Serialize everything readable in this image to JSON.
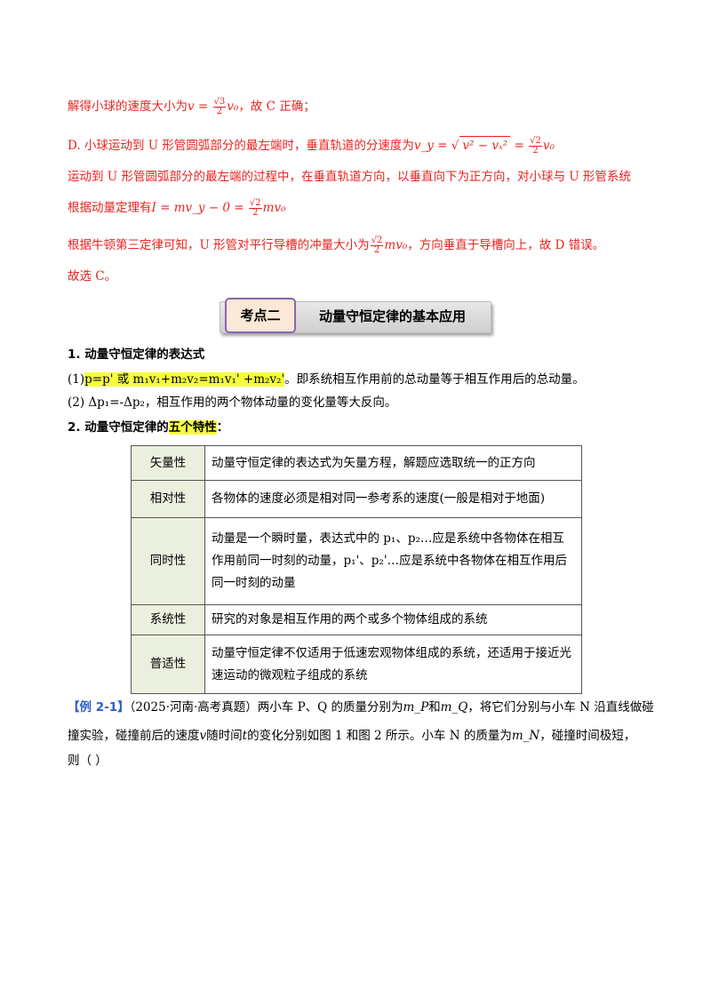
{
  "solution": {
    "line1_text": "解得小球的速度大小为",
    "line1_math": "v = ",
    "line1_frac_num": "√3",
    "line1_frac_den": "2",
    "line1_tail_math": "v₀",
    "line1_end": "，故 C 正确；",
    "line2_text": "D.  小球运动到 U 形管圆弧部分的最左端时，垂直轨道的分速度为",
    "line2_math": "v_y = ",
    "line2_sqrt": "v² − vₓ²",
    "line2_eq": " = ",
    "line2_frac_num": "√2",
    "line2_frac_den": "2",
    "line2_tail_math": "v₀",
    "line3_text": "运动到 U 形管圆弧部分的最左端的过程中，在垂直轨道方向，以垂直向下为正方向，对小球与 U 形管系统",
    "line4_text": "根据动量定理有",
    "line4_math": "I = mv_y − 0 = ",
    "line4_frac_num": "√2",
    "line4_frac_den": "2",
    "line4_tail_math": "mv₀",
    "line5_text": "根据牛顿第三定律可知，U 形管对平行导槽的冲量大小为",
    "line5_frac_num": "√2",
    "line5_frac_den": "2",
    "line5_tail_math": "mv₀",
    "line5_end": "，方向垂直于导槽向上，故 D 错误。",
    "line6_text": "故选 C。"
  },
  "banner": {
    "tag": "考点二",
    "title": "动量守恒定律的基本应用"
  },
  "section1": {
    "heading": "1. 动量守恒定律的表达式",
    "item1_prefix": "(1)",
    "item1_highlight": "p=p' 或 m₁v₁+m₂v₂=m₁v₁' +m₂v₂'",
    "item1_rest": "。即系统相互作用前的总动量等于相互作用后的总动量。",
    "item2": "(2) Δp₁=-Δp₂，相互作用的两个物体动量的变化量等大反向。"
  },
  "section2": {
    "heading_prefix": "2. 动量守恒定律的",
    "heading_highlight": "五个特性",
    "heading_suffix": "：",
    "rows": [
      {
        "key": "矢量性",
        "value": "动量守恒定律的表达式为矢量方程，解题应选取统一的正方向"
      },
      {
        "key": "相对性",
        "value": "各物体的速度必须是相对同一参考系的速度(一般是相对于地面)"
      },
      {
        "key": "同时性",
        "value": "动量是一个瞬时量，表达式中的 p₁、p₂…应是系统中各物体在相互作用前同一时刻的动量，p₁'、p₂'…应是系统中各物体在相互作用后同一时刻的动量"
      },
      {
        "key": "系统性",
        "value": "研究的对象是相互作用的两个或多个物体组成的系统"
      },
      {
        "key": "普适性",
        "value": "动量守恒定律不仅适用于低速宏观物体组成的系统，还适用于接近光速运动的微观粒子组成的系统"
      }
    ]
  },
  "example": {
    "label": "【例 2-1】",
    "source": "（2025·河南·高考真题）",
    "line1": "两小车 P、Q 的质量分别为",
    "mP": "m_P",
    "and": "和",
    "mQ": "m_Q",
    "line1_end": "，将它们分别与小车 N 沿直线做碰",
    "line2_a": "撞实验，碰撞前后的速度",
    "v": "v",
    "line2_b": "随时间",
    "t": "t",
    "line2_c": "的变化分别如图 1 和图 2 所示。小车 N 的质量为",
    "mN": "m_N",
    "line2_end": "，碰撞时间极短，",
    "line3": "则（        ）"
  }
}
